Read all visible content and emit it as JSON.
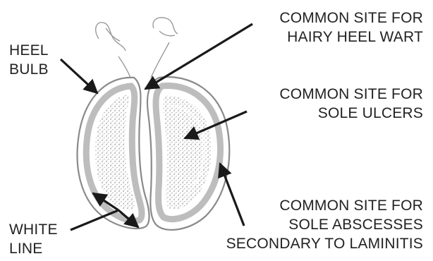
{
  "labels": {
    "heel_bulb": [
      "HEEL",
      "BULB"
    ],
    "hairy_heel_wart": [
      "COMMON SITE FOR",
      "HAIRY HEEL WART"
    ],
    "sole_ulcers": [
      "COMMON SITE FOR",
      "SOLE ULCERS"
    ],
    "sole_abscesses": [
      "COMMON SITE FOR",
      "SOLE ABSCESSES",
      "SECONDARY TO LAMINITIS"
    ],
    "white_line": [
      "WHITE",
      "LINE"
    ]
  },
  "colors": {
    "text": "#222222",
    "arrow": "#1a1a1a",
    "hoof_outline": "#8a8a8a",
    "white_line_band": "#bdbdbd",
    "sole_stipple": "#9a9a9a"
  }
}
